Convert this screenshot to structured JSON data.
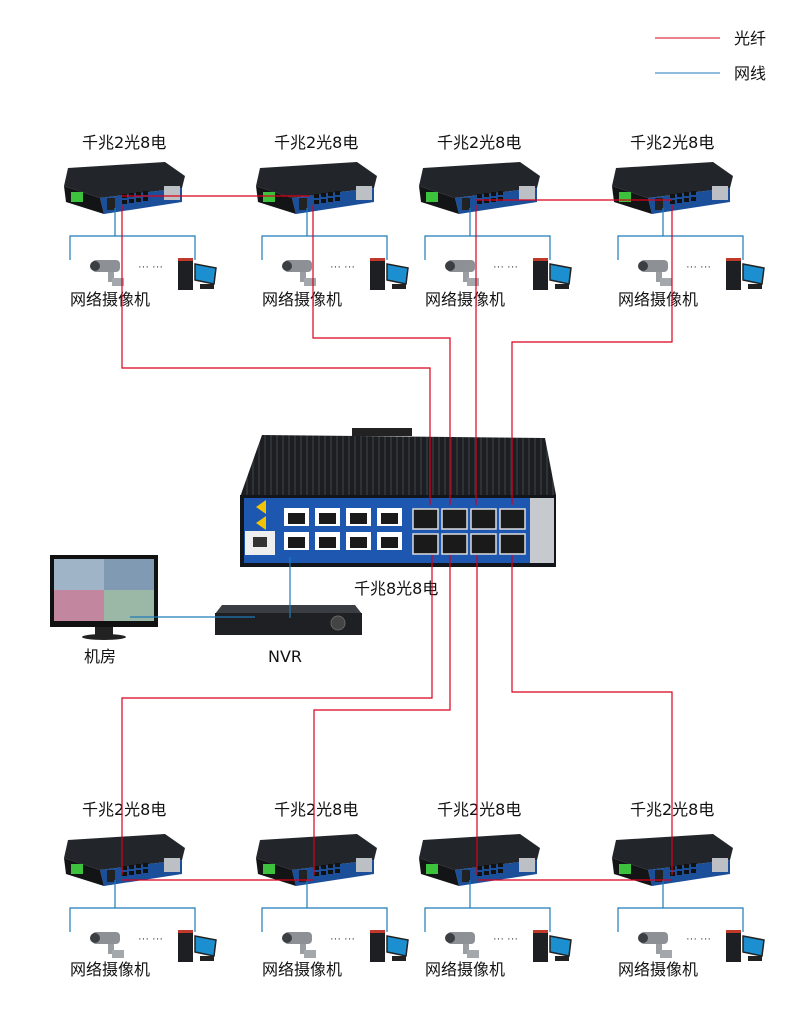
{
  "legend": {
    "fiber": {
      "label": "光纤",
      "color": "#d9001b"
    },
    "ethernet": {
      "label": "网线",
      "color": "#1f7ab8"
    }
  },
  "core_switch": {
    "label": "千兆8光8电"
  },
  "nvr": {
    "label": "NVR"
  },
  "control_room": {
    "label": "机房"
  },
  "edge_switches": [
    {
      "label": "千兆2光8电",
      "devices_label": "网络摄像机",
      "ellipsis": "··· ···"
    },
    {
      "label": "千兆2光8电",
      "devices_label": "网络摄像机",
      "ellipsis": "··· ···"
    },
    {
      "label": "千兆2光8电",
      "devices_label": "网络摄像机",
      "ellipsis": "··· ···"
    },
    {
      "label": "千兆2光8电",
      "devices_label": "网络摄像机",
      "ellipsis": "··· ···"
    },
    {
      "label": "千兆2光8电",
      "devices_label": "网络摄像机",
      "ellipsis": "··· ···"
    },
    {
      "label": "千兆2光8电",
      "devices_label": "网络摄像机",
      "ellipsis": "··· ···"
    },
    {
      "label": "千兆2光8电",
      "devices_label": "网络摄像机",
      "ellipsis": "··· ···"
    },
    {
      "label": "千兆2光8电",
      "devices_label": "网络摄像机",
      "ellipsis": "··· ···"
    }
  ]
}
